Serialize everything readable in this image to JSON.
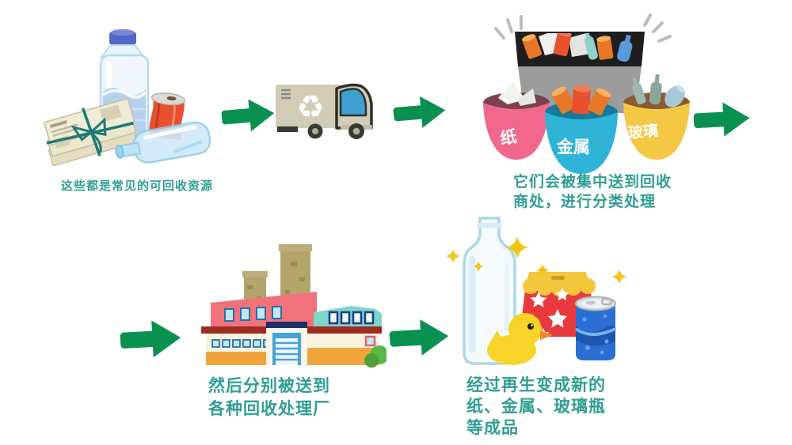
{
  "captions": {
    "step1": {
      "lines": [
        "这些都是常见的可回收资源"
      ]
    },
    "step2": {
      "lines": [
        "它们会被集中送到回收",
        "商处，进行分类处理"
      ]
    },
    "step3": {
      "lines": [
        "然后分别被送到",
        "各种回收处理厂"
      ]
    },
    "step4": {
      "lines": [
        "经过再生变成新的",
        "纸、金属、玻璃瓶",
        "等成品"
      ]
    }
  },
  "collection": {
    "bins": [
      {
        "label": "纸",
        "color": "#f0698d"
      },
      {
        "label": "金属",
        "color": "#2fb3d6"
      },
      {
        "label": "玻璃",
        "color": "#f5c844"
      }
    ]
  },
  "icons": {
    "recycle_symbol": "♻"
  },
  "palette": {
    "arrow_green": "#0a9150",
    "caption_teal": "#2f9e93",
    "container_gray": "#9c9c9c",
    "truck_beige": "#d2ccb6"
  }
}
